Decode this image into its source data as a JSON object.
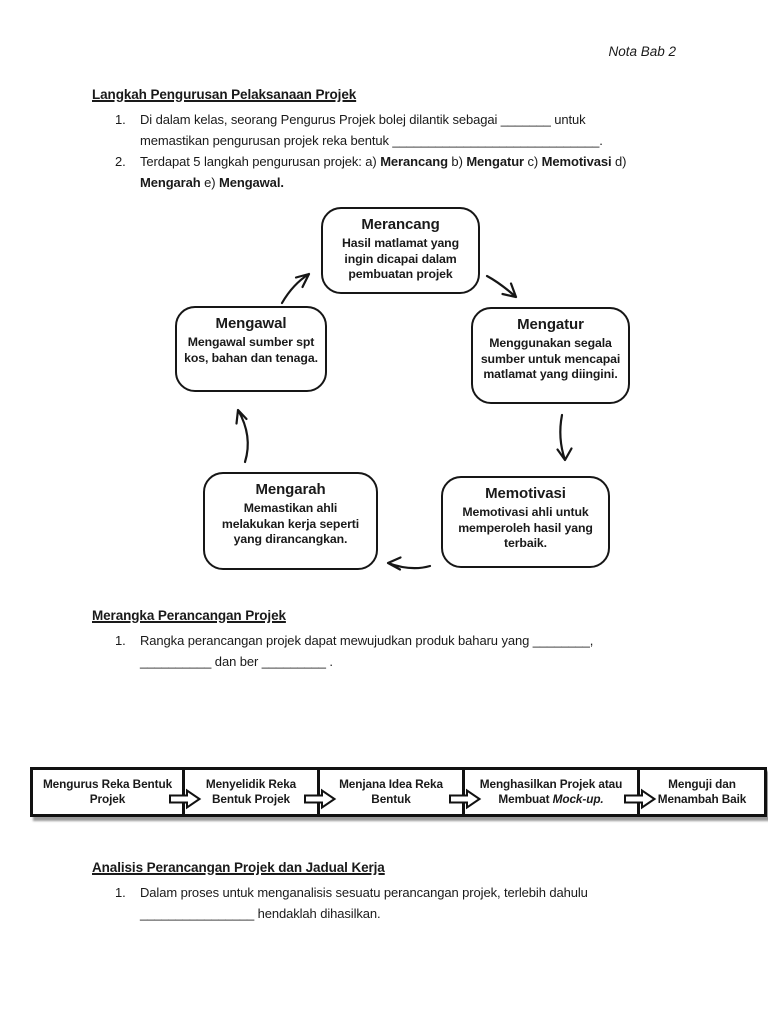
{
  "note": "Nota Bab 2",
  "section1": {
    "heading": "Langkah Pengurusan Pelaksanaan Projek",
    "item1": {
      "num": "1.",
      "lines": [
        "Di dalam kelas, seorang Pengurus Projek bolej dilantik sebagai _______ untuk",
        "memastikan pengurusan projek reka bentuk _____________________________."
      ]
    },
    "item2": {
      "num": "2.",
      "line1": [
        {
          "t": "Terdapat 5 langkah pengurusan projek: a) "
        },
        {
          "t": "Merancang",
          "b": true
        },
        {
          "t": " b) "
        },
        {
          "t": "Mengatur",
          "b": true
        },
        {
          "t": " c) "
        },
        {
          "t": "Memotivasi",
          "b": true
        },
        {
          "t": " d)"
        }
      ],
      "line2": [
        {
          "t": "Mengarah",
          "b": true
        },
        {
          "t": " e) "
        },
        {
          "t": "Mengawal.",
          "b": true
        }
      ]
    }
  },
  "cycle": {
    "merancang": {
      "title": "Merancang",
      "body": "Hasil matlamat yang ingin dicapai dalam pembuatan projek"
    },
    "mengatur": {
      "title": "Mengatur",
      "body": "Menggunakan segala sumber untuk mencapai matlamat yang diingini."
    },
    "memotivasi": {
      "title": "Memotivasi",
      "body": "Memotivasi ahli untuk memperoleh hasil yang terbaik."
    },
    "mengarah": {
      "title": "Mengarah",
      "body": "Memastikan ahli melakukan kerja seperti yang dirancangkan."
    },
    "mengawal": {
      "title": "Mengawal",
      "body": "Mengawal sumber spt kos, bahan dan tenaga."
    }
  },
  "section2": {
    "heading": "Merangka Perancangan Projek",
    "item1": {
      "num": "1.",
      "lines": [
        "Rangka perancangan projek dapat mewujudkan produk baharu yang ________,",
        "__________ dan ber _________ ."
      ]
    }
  },
  "flow": {
    "arrow_icon": "block-arrow-right",
    "steps": [
      {
        "lines": [
          "Mengurus Reka Bentuk",
          "Projek"
        ]
      },
      {
        "lines": [
          "Menyelidik Reka",
          "Bentuk Projek"
        ]
      },
      {
        "lines": [
          "Menjana Idea Reka",
          "Bentuk"
        ]
      },
      {
        "line1": "Menghasilkan Projek atau",
        "line2": [
          {
            "t": "Membuat "
          },
          {
            "t": "Mock-up.",
            "i": true
          }
        ]
      },
      {
        "lines": [
          "Menguji dan",
          "Menambah Baik"
        ]
      }
    ]
  },
  "section3": {
    "heading": "Analisis Perancangan Projek dan Jadual Kerja",
    "item1": {
      "num": "1.",
      "lines": [
        "Dalam proses untuk menganalisis sesuatu perancangan projek, terlebih dahulu",
        "________________ hendaklah dihasilkan."
      ]
    }
  },
  "colors": {
    "text": "#1a1a1a",
    "background": "#ffffff",
    "line": "#161616"
  }
}
